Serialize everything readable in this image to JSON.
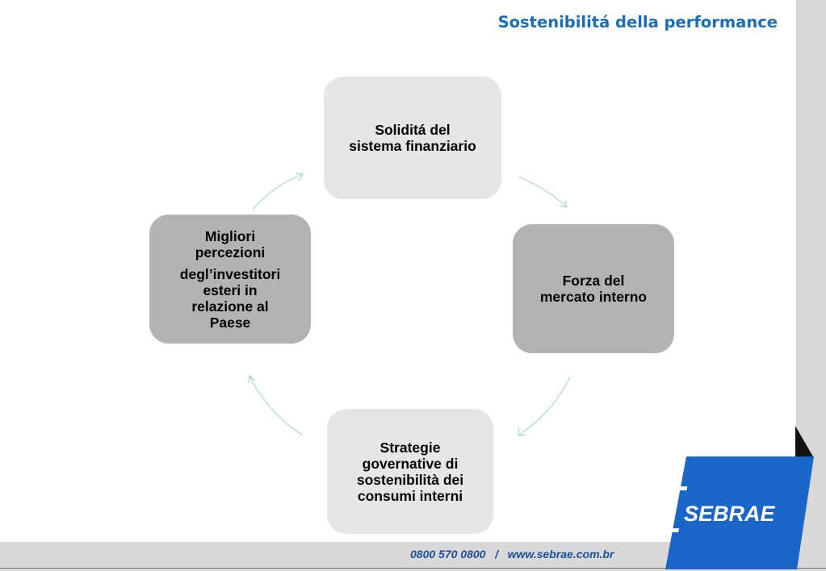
{
  "header": {
    "title": "Sostenibilitá della performance"
  },
  "cycle": {
    "nodes": [
      {
        "id": "top",
        "lines": [
          "Soliditá del",
          "sistema finanziario"
        ]
      },
      {
        "id": "right",
        "lines": [
          "Forza del",
          "mercato interno"
        ]
      },
      {
        "id": "bottom",
        "lines": [
          "Strategie",
          "governative di",
          "sostenibilità dei",
          "consumi interni"
        ]
      },
      {
        "id": "left",
        "para1": [
          "Migliori",
          "percezioni"
        ],
        "para2": [
          "degl’investitori",
          "esteri in",
          "relazione al",
          "Paese"
        ]
      }
    ],
    "arrow_color": "#a8d8dc"
  },
  "footer": {
    "phone": "0800 570 0800",
    "separator": "/",
    "website": "www.sebrae.com.br"
  },
  "logo": {
    "text": "SEBRAE",
    "color": "#1a66c8"
  },
  "colors": {
    "title": "#1b6db7",
    "light_node": "#e6e6e6",
    "dark_node": "#b3b3b3",
    "footer_text": "#1b4f9c"
  }
}
